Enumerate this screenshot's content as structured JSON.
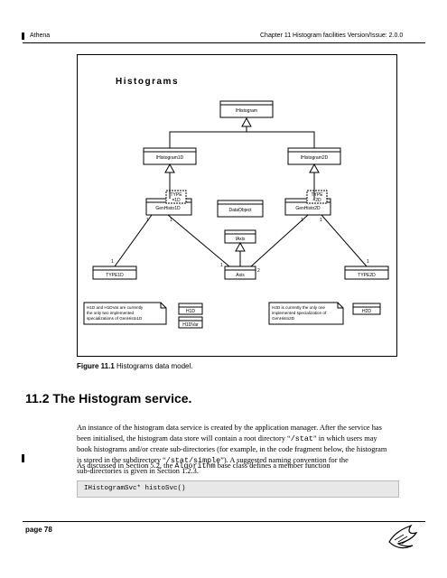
{
  "header": {
    "left": "Athena",
    "right": "Chapter 11   Histogram facilities Version/Issue: 2.0.0"
  },
  "diagram": {
    "title": "Histograms",
    "classes": {
      "histogram": "IHistogram",
      "histogram1d": "IHistogram1D",
      "histogram2d": "IHistogram2D",
      "gen_hist1d": "GenHisto1D",
      "gen_hist1d_param": "TYPE",
      "gen_hist1d_param2": "=1D",
      "data_object": "DataObject",
      "gen_hist2d": "GenHisto2D",
      "gen_hist2d_param": "TYPE",
      "gen_hist2d_param2": "=2D",
      "axis": "Axis",
      "axis_top": "IAxis",
      "type1d": "TYPE1D",
      "type2d": "TYPE2D",
      "h1d": "H1D",
      "h1dvar": "H1DVar",
      "h2d": "H2D"
    },
    "multiplicities": {
      "gen1d_left": "1",
      "gen1d_right": "1",
      "type1d_top": "1",
      "gen2d_left": "1",
      "gen2d_right": "1",
      "type2d_top": "1",
      "axis_left": "1",
      "axis_right": "2"
    },
    "notes": {
      "note1_l1": "H1D and H1DVar are currently",
      "note1_l2": "the only two implemented",
      "note1_l3": "specializations of GenHisto1D",
      "note2_l1": "H2D is currently the only one",
      "note2_l2": "implemented specialization of",
      "note2_l3": "GenHisto2D"
    }
  },
  "caption": {
    "label": "Figure 11.1",
    "text": " Histograms data model."
  },
  "section": {
    "title": "11.2  The Histogram service."
  },
  "paragraph1": {
    "l1": "An instance of the histogram data service is created by the application manager. After the service has",
    "l2": "been initialised, the histogram data store will contain a root directory “",
    "l2_code": "/stat",
    "l2b": "” in which users may",
    "l3": "book histograms and/or create sub-directories (for example, in the code fragment below, the histogram",
    "l4a": "is stored in the subdirectory “",
    "l4_code": "/stat/simple",
    "l4b": "”). A suggested naming convention for the",
    "l5": "sub-directories is given in Section 1.2.3."
  },
  "paragraph2": {
    "a": "As discussed in Section 5.2, the ",
    "code": "Algorithm",
    "b": " base class defines a member function"
  },
  "code_line": "IHistogramSvc* histoSvc()",
  "footer": {
    "page": "page 78"
  }
}
